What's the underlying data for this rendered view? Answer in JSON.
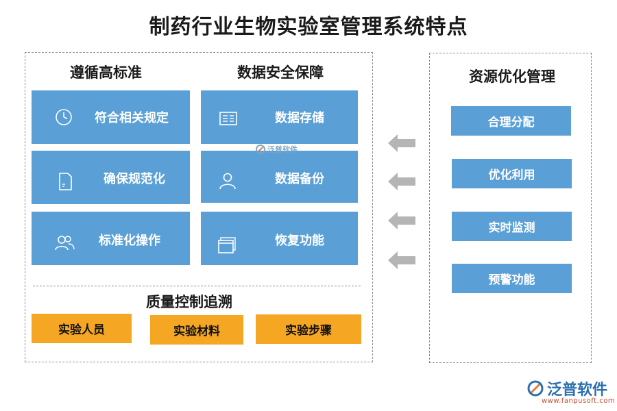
{
  "title": "制药行业生物实验室管理系统特点",
  "left_panel": {
    "heading_standards": "遵循高标准",
    "heading_security": "数据安全保障",
    "standards": [
      {
        "label": "符合相关规定",
        "icon": "clock-icon"
      },
      {
        "label": "确保规范化",
        "icon": "document-icon"
      },
      {
        "label": "标准化操作",
        "icon": "users-icon"
      }
    ],
    "security": [
      {
        "label": "数据存储",
        "icon": "storage-icon"
      },
      {
        "label": "数据备份",
        "icon": "user-icon"
      },
      {
        "label": "恢复功能",
        "icon": "window-icon"
      }
    ],
    "quality_heading": "质量控制追溯",
    "quality_items": [
      "实验人员",
      "实验材料",
      "实验步骤"
    ]
  },
  "right_panel": {
    "heading": "资源优化管理",
    "items": [
      "合理分配",
      "优化利用",
      "实时监测",
      "预警功能"
    ]
  },
  "watermark": {
    "text": "泛普软件"
  },
  "footer": {
    "brand": "泛普软件",
    "url": "www.fanpusoft.com"
  },
  "colors": {
    "blue": "#5aa0d6",
    "orange": "#f5a623",
    "arrow": "#b5b5b5"
  }
}
